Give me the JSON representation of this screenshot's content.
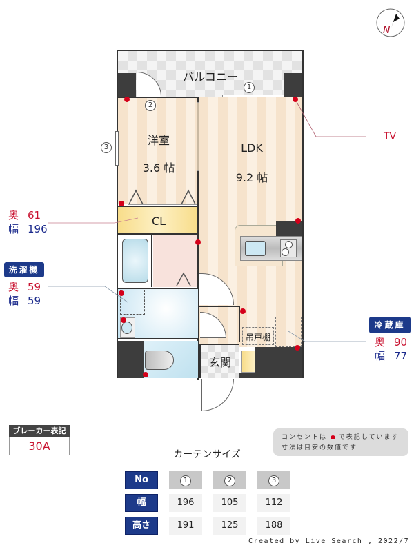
{
  "compass": {
    "label": "N"
  },
  "rooms": {
    "balcony": "バルコニー",
    "western_room": {
      "name": "洋室",
      "size": "3.6 帖"
    },
    "ldk": {
      "name": "LDK",
      "size": "9.2 帖"
    },
    "closet": "CL",
    "entrance": "玄関",
    "hanging_cabinet": "吊戸棚"
  },
  "window_markers": [
    "1",
    "2",
    "3"
  ],
  "callouts": {
    "tv": "TV",
    "closet_dims": {
      "depth_label": "奥",
      "depth": "61",
      "width_label": "幅",
      "width": "196"
    },
    "washer": {
      "title": "洗濯機",
      "depth_label": "奥",
      "depth": "59",
      "width_label": "幅",
      "width": "59"
    },
    "fridge": {
      "title": "冷蔵庫",
      "depth_label": "奥",
      "depth": "90",
      "width_label": "幅",
      "width": "77"
    }
  },
  "breaker": {
    "title": "ブレーカー表記",
    "value": "30A"
  },
  "note": {
    "line1_a": "コンセントは",
    "line1_b": "で表記しています",
    "line2": "寸法は目安の数値です"
  },
  "curtain": {
    "title": "カーテンサイズ",
    "rows": [
      {
        "header": "No",
        "cells": [
          "1",
          "2",
          "3"
        ]
      },
      {
        "header": "幅",
        "cells": [
          "196",
          "105",
          "112"
        ]
      },
      {
        "header": "高さ",
        "cells": [
          "191",
          "125",
          "188"
        ]
      }
    ]
  },
  "credit": "Created by Live Search , 2022/7",
  "colors": {
    "outlet": "#d4001a",
    "badge": "#1d3a8a",
    "depth_text": "#c8102e",
    "width_text": "#1b2a8c"
  }
}
